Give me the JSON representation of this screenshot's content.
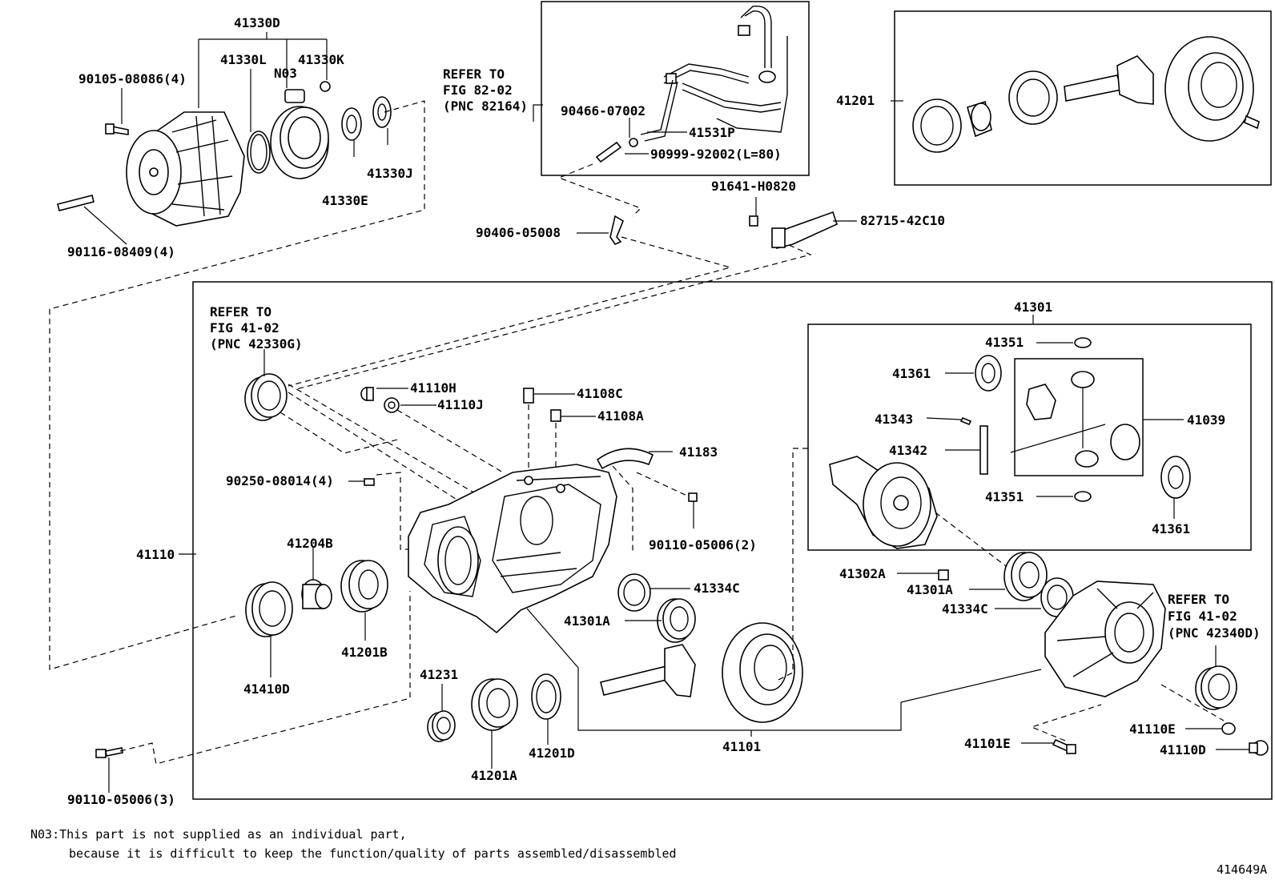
{
  "labels": {
    "p41330D": "41330D",
    "p41330L": "41330L",
    "p41330K": "41330K",
    "pN03": "N03",
    "p90105": "90105-08086(4)",
    "p41330J": "41330J",
    "p41330E": "41330E",
    "p90116": "90116-08409(4)",
    "refer82a": "REFER TO",
    "refer82b": "FIG 82-02",
    "refer82c": "(PNC 82164)",
    "p90466": "90466-07002",
    "p41531P": "41531P",
    "p90999": "90999-92002(L=80)",
    "p90406": "90406-05008",
    "p41201": "41201",
    "p91641": "91641-H0820",
    "p82715": "82715-42C10",
    "refer41a1": "REFER TO",
    "refer41a2": "FIG 41-02",
    "refer41a3": "(PNC 42330G)",
    "p41110H": "41110H",
    "p41110J": "41110J",
    "p41108C": "41108C",
    "p41108A": "41108A",
    "p41183": "41183",
    "p90250": "90250-08014(4)",
    "p90110a": "90110-05006(2)",
    "p41110": "41110",
    "p41204B": "41204B",
    "p41201B": "41201B",
    "p41410D": "41410D",
    "p41334Ca": "41334C",
    "p41301Aa": "41301A",
    "p41231": "41231",
    "p41201A": "41201A",
    "p41201D": "41201D",
    "p41101": "41101",
    "p90110b": "90110-05006(3)",
    "p41301": "41301",
    "p41351a": "41351",
    "p41361a": "41361",
    "p41343": "41343",
    "p41342": "41342",
    "p41039": "41039",
    "p41351b": "41351",
    "p41361b": "41361",
    "p41302A": "41302A",
    "p41301Ab": "41301A",
    "p41334Cb": "41334C",
    "refer41b1": "REFER TO",
    "refer41b2": "FIG 41-02",
    "refer41b3": "(PNC 42340D)",
    "p41110E": "41110E",
    "p41101E": "41101E",
    "p41110D": "41110D"
  },
  "note": {
    "line1": "N03:This part is not supplied as an individual part,",
    "line2": "because it is difficult to keep the function/quality of parts assembled/disassembled"
  },
  "figure_id": "414649A"
}
